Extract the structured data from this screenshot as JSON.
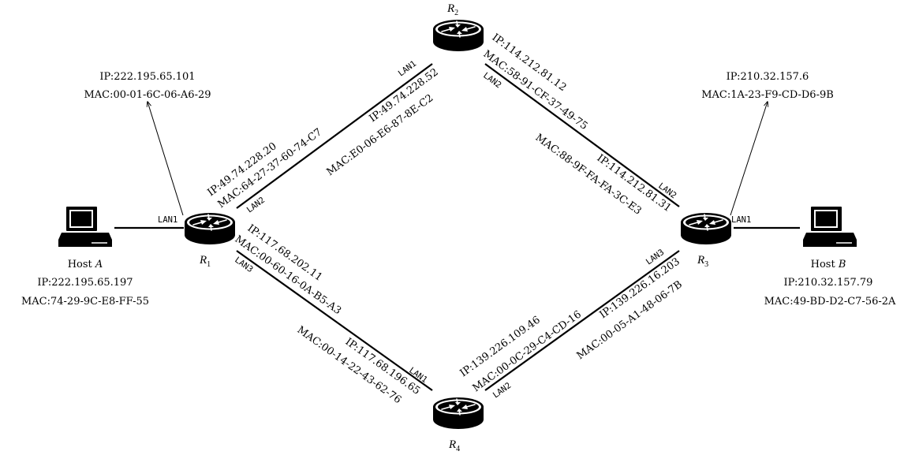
{
  "routers": [
    {
      "id": "R1",
      "letter": "R",
      "sub": "1"
    },
    {
      "id": "R2",
      "letter": "R",
      "sub": "2"
    },
    {
      "id": "R3",
      "letter": "R",
      "sub": "3"
    },
    {
      "id": "R4",
      "letter": "R",
      "sub": "4"
    }
  ],
  "hosts": {
    "a": {
      "prefix": "Host ",
      "letter": "A",
      "ip": "IP:222.195.65.197",
      "mac": "MAC:74-29-9C-E8-FF-55"
    },
    "b": {
      "prefix": "Host ",
      "letter": "B",
      "ip": "IP:210.32.157.79",
      "mac": "MAC:49-BD-D2-C7-56-2A"
    }
  },
  "r1_lan1_info": {
    "ip": "IP:222.195.65.101",
    "mac": "MAC:00-01-6C-06-A6-29"
  },
  "r3_lan1_info": {
    "ip": "IP:210.32.157.6",
    "mac": "MAC:1A-23-F9-CD-D6-9B"
  },
  "ports": {
    "r1_lan1": "LAN1",
    "r1_lan2": "LAN2",
    "r1_lan3": "LAN3",
    "r2_lan1": "LAN1",
    "r2_lan2": "LAN2",
    "r3_lan1": "LAN1",
    "r3_lan2": "LAN2",
    "r3_lan3": "LAN3",
    "r4_lan1": "LAN1",
    "r4_lan2": "LAN2"
  },
  "interfaces": {
    "r1_lan2": {
      "ip": "IP:49.74.228.20",
      "mac": "MAC:64-27-37-60-74-C7"
    },
    "r2_lan1": {
      "ip": "IP:49.74.228.52",
      "mac": "MAC:E0-06-E6-87-8E-C2"
    },
    "r2_lan2": {
      "ip": "IP:114.212.81.12",
      "mac": "MAC:58-91-CF-37-49-75"
    },
    "r3_lan2": {
      "ip": "IP:114.212.81.31",
      "mac": "MAC:88-9F-FA-FA-3C-E3"
    },
    "r1_lan3": {
      "ip": "IP:117.68.202.11",
      "mac": "MAC:00-60-16-0A-B5-A3"
    },
    "r4_lan1": {
      "ip": "IP:117.68.196.65",
      "mac": "MAC:00-14-22-43-62-76"
    },
    "r4_lan2": {
      "ip": "IP:139.226.109.46",
      "mac": "MAC:00-0C-29-C4-CD-16"
    },
    "r3_lan3": {
      "ip": "IP:139.226.16.203",
      "mac": "MAC:00-05-A1-48-06-7B"
    }
  }
}
